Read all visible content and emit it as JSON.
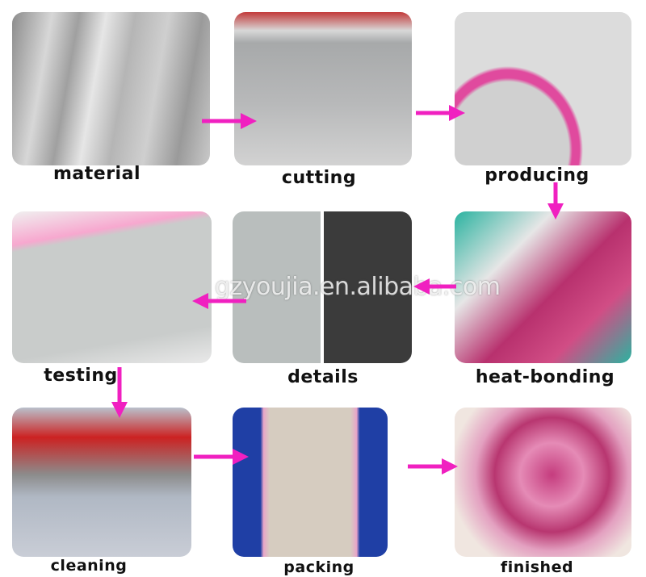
{
  "steps": [
    {
      "id": "material",
      "label": "material"
    },
    {
      "id": "cutting",
      "label": "cutting"
    },
    {
      "id": "producing",
      "label": "producing"
    },
    {
      "id": "heat-bonding",
      "label": "heat-bonding"
    },
    {
      "id": "details",
      "label": "details"
    },
    {
      "id": "testing",
      "label": "testing"
    },
    {
      "id": "cleaning",
      "label": "cleaning"
    },
    {
      "id": "packing",
      "label": "packing"
    },
    {
      "id": "finished",
      "label": "finished"
    }
  ],
  "watermark": "gzyoujia.en.alibaba.com",
  "colors": {
    "arrow": "#f020c0",
    "label": "#111111"
  }
}
